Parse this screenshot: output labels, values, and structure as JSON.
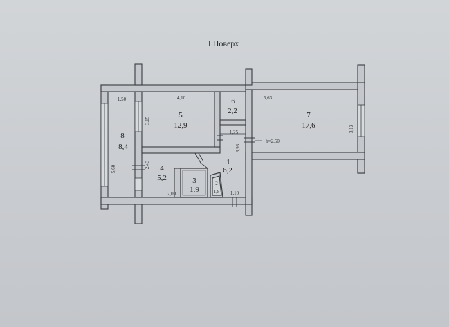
{
  "plan": {
    "title": "І Поверх",
    "height_note": "h=2,50",
    "rooms": [
      {
        "number": "1",
        "area": "6,2"
      },
      {
        "number": "2",
        "area": "1,8"
      },
      {
        "number": "3",
        "area": "1,9"
      },
      {
        "number": "4",
        "area": "5,2"
      },
      {
        "number": "5",
        "area": "12,9"
      },
      {
        "number": "6",
        "area": "2,2"
      },
      {
        "number": "7",
        "area": "17,6"
      },
      {
        "number": "8",
        "area": "8,4"
      }
    ],
    "dimensions": [
      "1,50",
      "4,10",
      "5,63",
      "3,15",
      "5,60",
      "2,43",
      "2,00",
      "1,25",
      "3,93",
      "3,13",
      "1,10"
    ]
  },
  "colors": {
    "wall_fill": "#c4c7cb",
    "wall_stroke": "#3a3c40",
    "paper": "#d2d5d8"
  }
}
